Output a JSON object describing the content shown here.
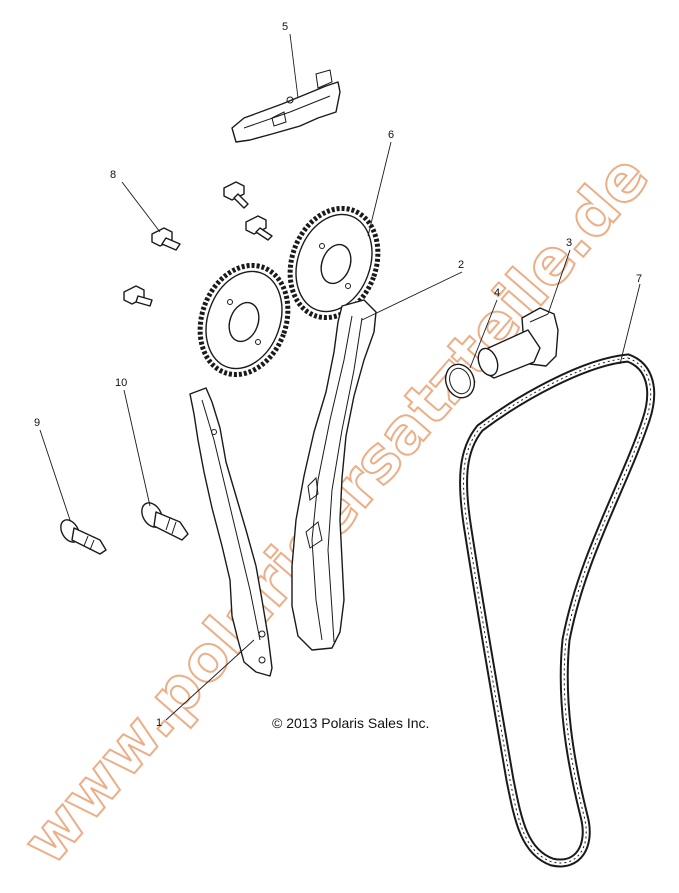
{
  "watermark": "www.polarisersatzteile.de",
  "copyright": "© 2013 Polaris Sales Inc.",
  "callouts": {
    "c1": "1",
    "c2": "2",
    "c3": "3",
    "c4": "4",
    "c5": "5",
    "c6": "6",
    "c7": "7",
    "c8": "8",
    "c9": "9",
    "c10": "10"
  },
  "colors": {
    "watermark": "#e9a173",
    "line": "#1a1a1a",
    "background": "#ffffff"
  }
}
